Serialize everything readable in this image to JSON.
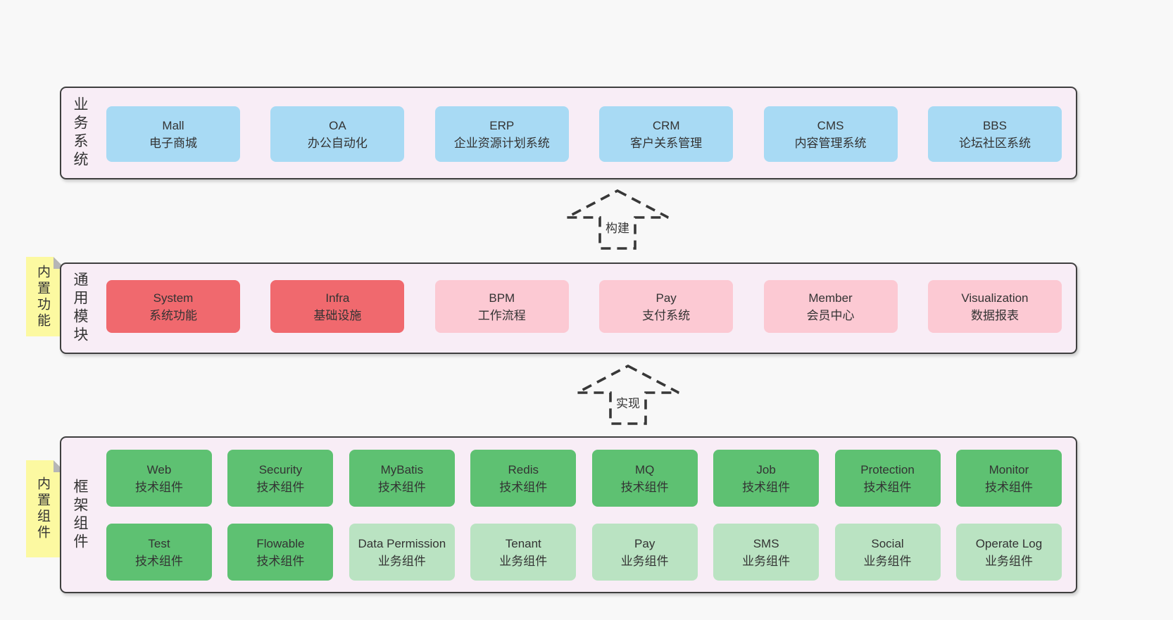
{
  "palette": {
    "blue": "#a8daf4",
    "red": "#f0696e",
    "pink": "#fcc9d3",
    "green": "#5ec172",
    "lightgreen": "#bae3c2",
    "band_fill": "#f8edf6",
    "sticky_yellow": "#fcf9a1",
    "page_bg": "#f8f8f8",
    "text": "#333333",
    "arrow_stroke": "#383838"
  },
  "arrows": [
    {
      "label": "构建"
    },
    {
      "label": "实现"
    }
  ],
  "bands": [
    {
      "label": "业务系统",
      "sticky": null,
      "rows": [
        [
          {
            "en": "Mall",
            "zh": "电子商城",
            "type": "blue"
          },
          {
            "en": "OA",
            "zh": "办公自动化",
            "type": "blue"
          },
          {
            "en": "ERP",
            "zh": "企业资源计划系统",
            "type": "blue"
          },
          {
            "en": "CRM",
            "zh": "客户关系管理",
            "type": "blue"
          },
          {
            "en": "CMS",
            "zh": "内容管理系统",
            "type": "blue"
          },
          {
            "en": "BBS",
            "zh": "论坛社区系统",
            "type": "blue"
          }
        ]
      ]
    },
    {
      "label": "通用模块",
      "sticky": "内置功能",
      "rows": [
        [
          {
            "en": "System",
            "zh": "系统功能",
            "type": "red"
          },
          {
            "en": "Infra",
            "zh": "基础设施",
            "type": "red"
          },
          {
            "en": "BPM",
            "zh": "工作流程",
            "type": "pink"
          },
          {
            "en": "Pay",
            "zh": "支付系统",
            "type": "pink"
          },
          {
            "en": "Member",
            "zh": "会员中心",
            "type": "pink"
          },
          {
            "en": "Visualization",
            "zh": "数据报表",
            "type": "pink"
          }
        ]
      ]
    },
    {
      "label": "框架组件",
      "sticky": "内置组件",
      "rows": [
        [
          {
            "en": "Web",
            "zh": "技术组件",
            "type": "green"
          },
          {
            "en": "Security",
            "zh": "技术组件",
            "type": "green"
          },
          {
            "en": "MyBatis",
            "zh": "技术组件",
            "type": "green"
          },
          {
            "en": "Redis",
            "zh": "技术组件",
            "type": "green"
          },
          {
            "en": "MQ",
            "zh": "技术组件",
            "type": "green"
          },
          {
            "en": "Job",
            "zh": "技术组件",
            "type": "green"
          },
          {
            "en": "Protection",
            "zh": "技术组件",
            "type": "green"
          },
          {
            "en": "Monitor",
            "zh": "技术组件",
            "type": "green"
          }
        ],
        [
          {
            "en": "Test",
            "zh": "技术组件",
            "type": "green"
          },
          {
            "en": "Flowable",
            "zh": "技术组件",
            "type": "green"
          },
          {
            "en": "Data Permission",
            "zh": "业务组件",
            "type": "lightgreen"
          },
          {
            "en": "Tenant",
            "zh": "业务组件",
            "type": "lightgreen"
          },
          {
            "en": "Pay",
            "zh": "业务组件",
            "type": "lightgreen"
          },
          {
            "en": "SMS",
            "zh": "业务组件",
            "type": "lightgreen"
          },
          {
            "en": "Social",
            "zh": "业务组件",
            "type": "lightgreen"
          },
          {
            "en": "Operate Log",
            "zh": "业务组件",
            "type": "lightgreen"
          }
        ]
      ]
    }
  ]
}
